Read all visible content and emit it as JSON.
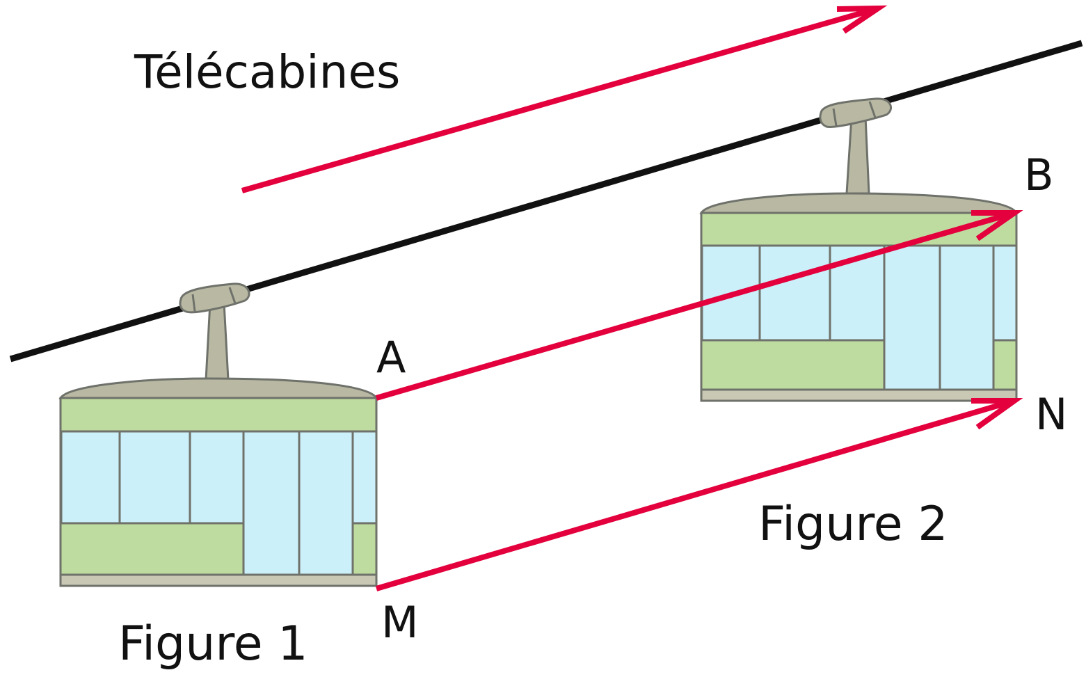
{
  "title": "Télécabines",
  "points": {
    "A": "A",
    "B": "B",
    "M": "M",
    "N": "N"
  },
  "figures": {
    "figure1": "Figure 1",
    "figure2": "Figure 2"
  },
  "colors": {
    "arrow": "#e3003d",
    "cable": "#111111",
    "cabin_green": "#bfdca0",
    "cabin_window": "#ccf0fa",
    "cabin_outline": "#6f726b",
    "hanger": "#b9b9a3",
    "floor": "#c8c8b4"
  }
}
